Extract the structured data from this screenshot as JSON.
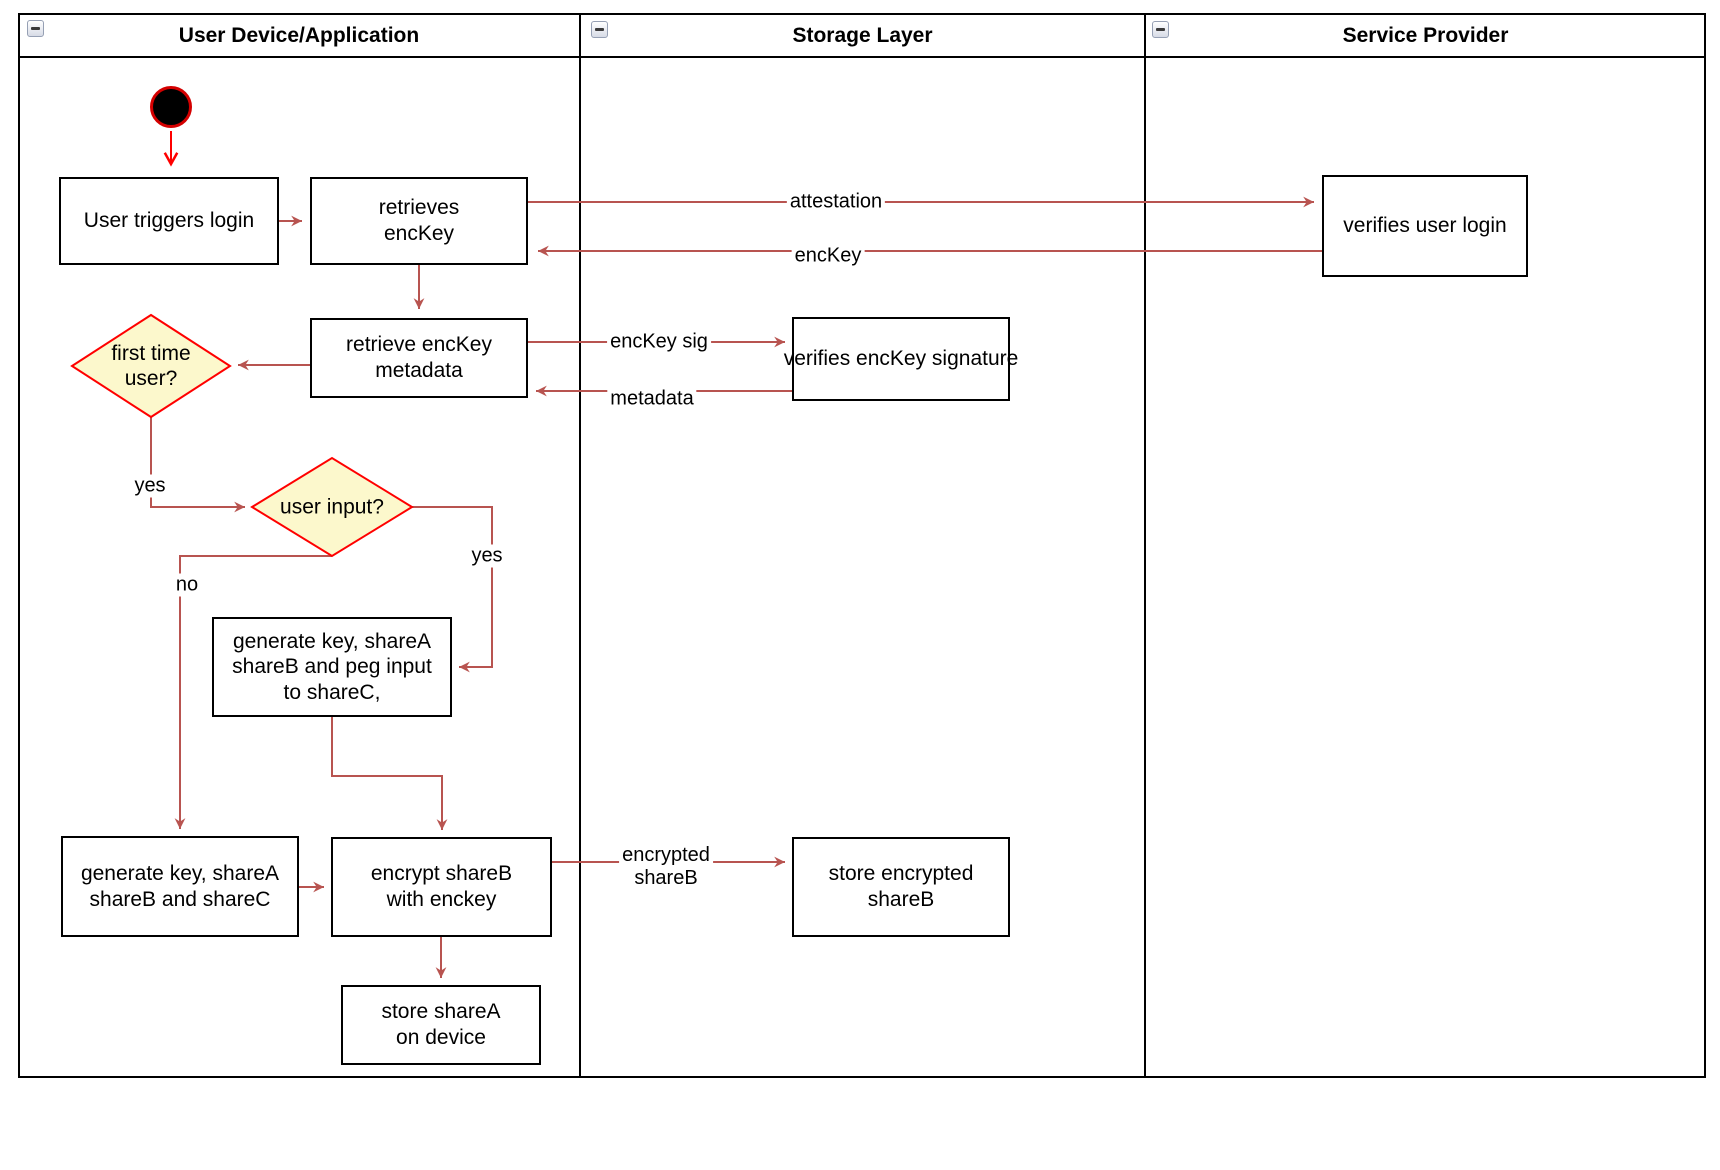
{
  "diagram": {
    "lanes": [
      {
        "title": "User Device/Application"
      },
      {
        "title": "Storage Layer"
      },
      {
        "title": "Service Provider"
      }
    ],
    "nodes": {
      "user_triggers_login": {
        "label": "User triggers login"
      },
      "retrieves_enckey": {
        "label": "retrieves\nencKey"
      },
      "verifies_user_login": {
        "label": "verifies user login"
      },
      "retrieve_enckey_metadata": {
        "label": "retrieve encKey\nmetadata"
      },
      "verifies_enckey_signature": {
        "label": "verifies encKey signature"
      },
      "first_time_user": {
        "label": "first time\nuser?"
      },
      "user_input": {
        "label": "user input?"
      },
      "generate_key_peg_input": {
        "label": "generate key, shareA\nshareB and peg input\nto shareC,"
      },
      "generate_key_abc": {
        "label": "generate key, shareA\nshareB and shareC"
      },
      "encrypt_shareb": {
        "label": "encrypt shareB\nwith enckey"
      },
      "store_encrypted_shareb": {
        "label": "store encrypted\nshareB"
      },
      "store_sharea": {
        "label": "store shareA\non device"
      }
    },
    "edge_labels": {
      "attestation": "attestation",
      "enckey": "encKey",
      "enckey_sig": "encKey sig",
      "metadata": "metadata",
      "yes_first_time": "yes",
      "no_user_input": "no",
      "yes_user_input": "yes",
      "encrypted_shareb": "encrypted\nshareB"
    },
    "colors": {
      "edge": "#b85450",
      "start_edge": "#ff0000",
      "decision_fill": "#fcf8cc",
      "decision_border": "#ff0000",
      "start_fill": "#000000",
      "start_border": "#d40000"
    }
  }
}
